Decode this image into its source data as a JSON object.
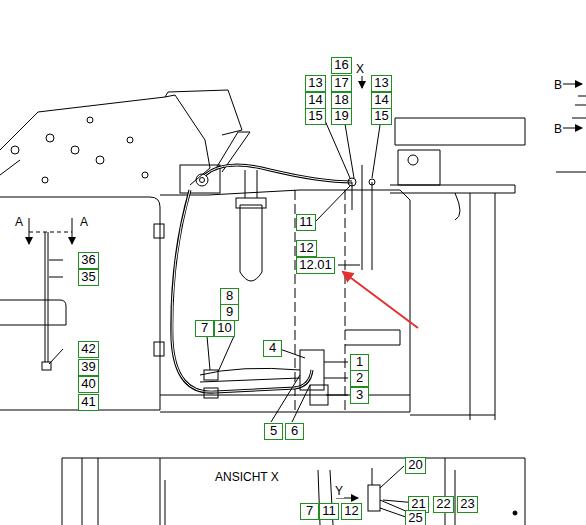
{
  "diagram": {
    "nodes": [
      {
        "text": [
          "16"
        ]
      },
      {
        "text": [
          "13"
        ]
      },
      {
        "text": [
          "17"
        ]
      },
      {
        "text": [
          "13"
        ]
      },
      {
        "text": [
          "14"
        ]
      },
      {
        "text": [
          "18"
        ]
      },
      {
        "text": [
          "14"
        ]
      },
      {
        "text": [
          "15"
        ]
      },
      {
        "text": [
          "19"
        ]
      },
      {
        "text": [
          "15"
        ]
      },
      {
        "text": [
          "11"
        ]
      },
      {
        "text": [
          "12"
        ]
      },
      {
        "text": [
          "12.01"
        ]
      },
      {
        "text": [
          "36"
        ]
      },
      {
        "text": [
          "35"
        ]
      },
      {
        "text": [
          "8"
        ]
      },
      {
        "text": [
          "9"
        ]
      },
      {
        "text": [
          "7"
        ]
      },
      {
        "text": [
          "10"
        ]
      },
      {
        "text": [
          "4"
        ]
      },
      {
        "text": [
          "42"
        ]
      },
      {
        "text": [
          "1"
        ]
      },
      {
        "text": [
          "39"
        ]
      },
      {
        "text": [
          "2"
        ]
      },
      {
        "text": [
          "40"
        ]
      },
      {
        "text": [
          "3"
        ]
      },
      {
        "text": [
          "41"
        ]
      },
      {
        "text": [
          "5"
        ]
      },
      {
        "text": [
          "6"
        ]
      },
      {
        "text": [
          "20"
        ]
      },
      {
        "text": [
          "21"
        ]
      },
      {
        "text": [
          "22"
        ]
      },
      {
        "text": [
          "23"
        ]
      },
      {
        "text": [
          "7"
        ]
      },
      {
        "text": [
          "11"
        ]
      },
      {
        "text": [
          "12"
        ]
      },
      {
        "text": [
          "25"
        ]
      }
    ],
    "labels": [
      "A",
      "A",
      "X",
      "B",
      "B",
      "ANSICHT X",
      "Y"
    ]
  }
}
